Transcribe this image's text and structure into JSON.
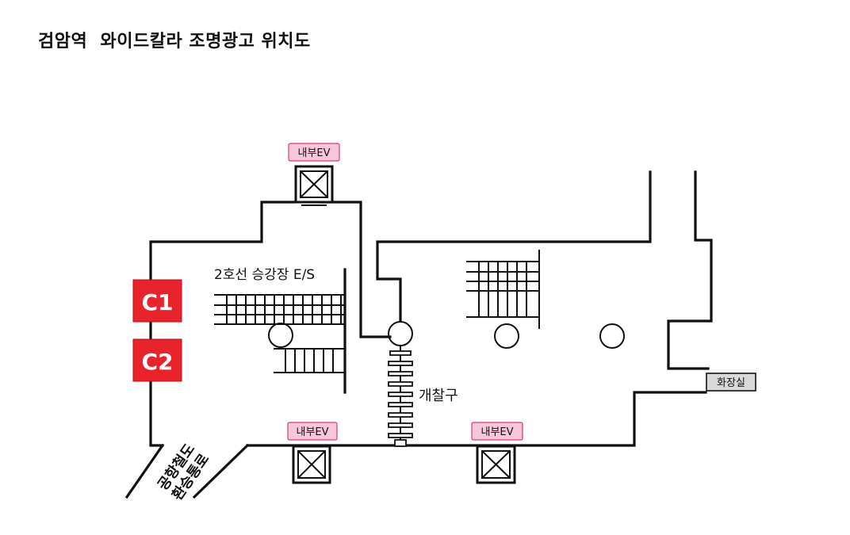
{
  "title": "검암역  와이드칼라 조명광고 위치도",
  "labels": {
    "escalator": "2호선 승강장 E/S",
    "gates": "개찰구",
    "toilet": "화장실",
    "transfer_line1": "공항철도",
    "transfer_line2": "환승통로"
  },
  "elevators": [
    {
      "label": "내부EV"
    },
    {
      "label": "내부EV"
    },
    {
      "label": "내부EV"
    }
  ],
  "exits": [
    {
      "label": "C1"
    },
    {
      "label": "C2"
    }
  ],
  "colors": {
    "exit_red": "#e8232c",
    "ev_tag_pink": "#f7c6d9",
    "ev_tag_border": "#d23b78",
    "toilet_tag": "#d9d9d9"
  }
}
